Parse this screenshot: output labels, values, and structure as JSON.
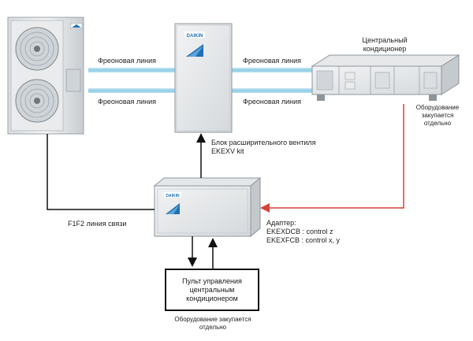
{
  "freon_line_label": "Фреоновая линия",
  "central_ac": {
    "label_line1": "Центральный",
    "label_line2": "кондиционер"
  },
  "ahu_note": {
    "line1": "Оборудование",
    "line2": "закупается",
    "line3": "отдельно"
  },
  "valve_block": {
    "line1": "Блок расширительного вентиля",
    "line2": "EKEXV kit"
  },
  "comm_line_label": "F1F2 линия связи",
  "adapter": {
    "title": "Адаптер:",
    "line1": "EKEXDCB : control  z",
    "line2": "EKEXFCB : control x,  y"
  },
  "remote": {
    "line1": "Пульт управления",
    "line2": "центральным",
    "line3": "кондиционером"
  },
  "remote_note": {
    "line1": "Оборудование закупается",
    "line2": "отдельно"
  },
  "colors": {
    "freon": "#9fd3ea",
    "signal": "#d6443a",
    "wire": "#111111",
    "daikin": "#1f6fb5"
  },
  "icons": [
    "daikin-logo-icon",
    "fan-icon"
  ]
}
